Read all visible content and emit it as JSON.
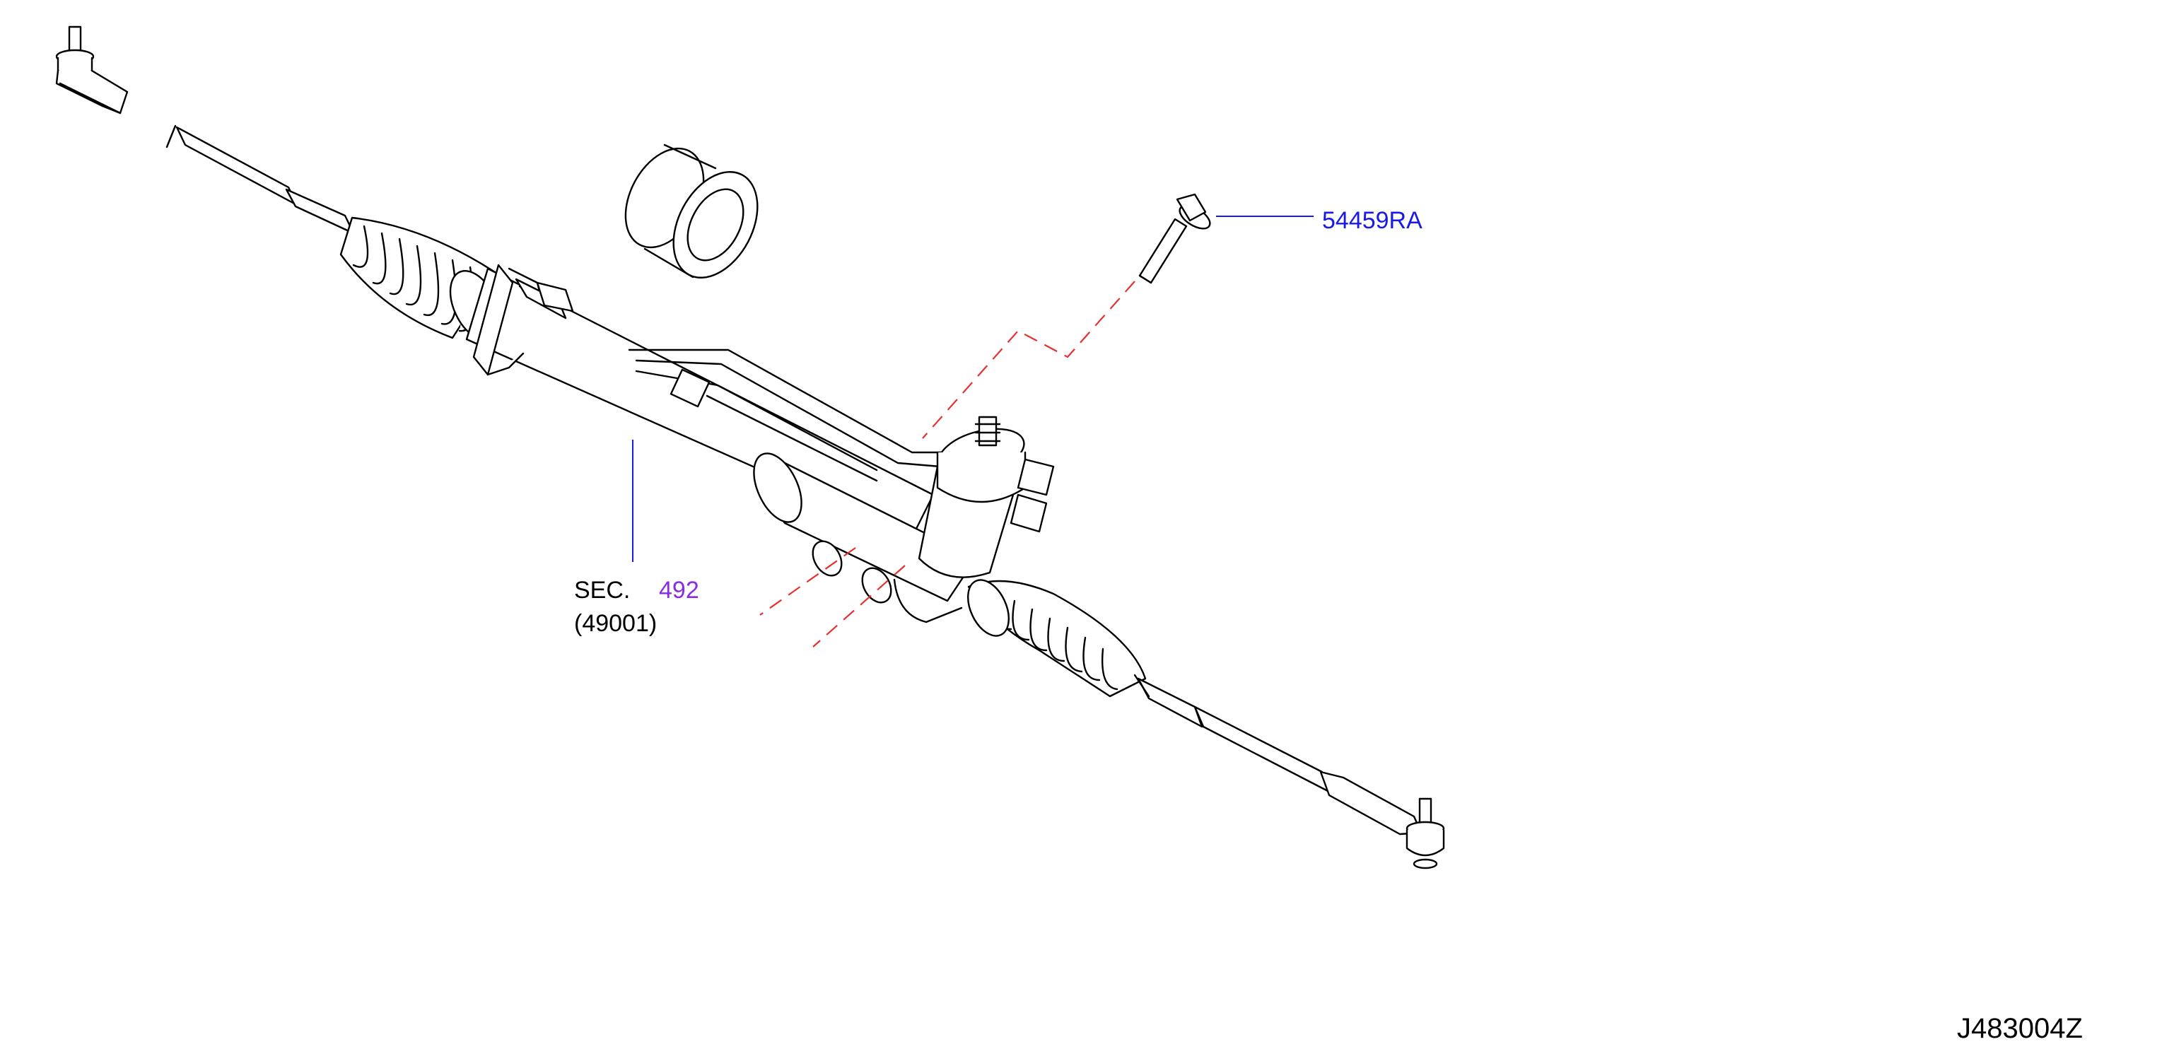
{
  "callouts": {
    "bolt_part_number": "54459RA",
    "section_prefix": "SEC.",
    "section_number": "492",
    "section_ref": "(49001)"
  },
  "figure_code": "J483004Z",
  "colors": {
    "line_art": "#000000",
    "part_link": "#1a1ae6",
    "section_link": "#8a2be2",
    "phantom_line": "#e53030",
    "leader_line": "#1a1ae6"
  }
}
